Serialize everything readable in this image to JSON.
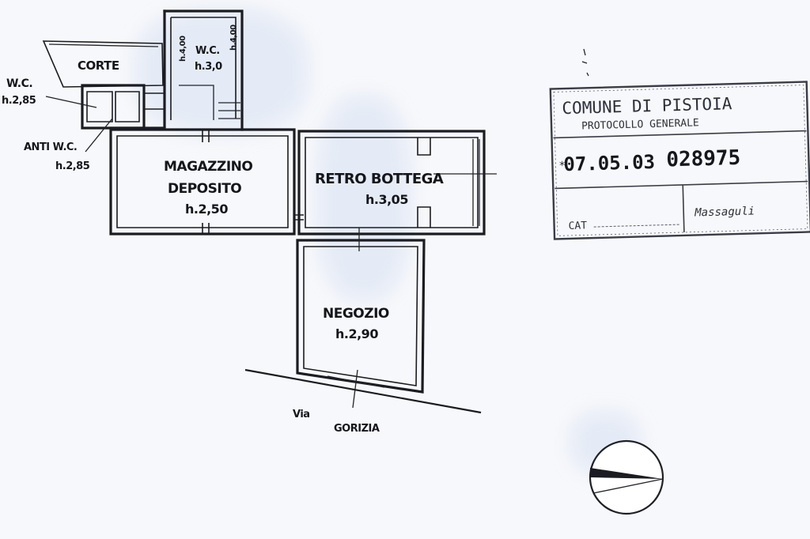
{
  "rooms": {
    "corte": {
      "name": "CORTE"
    },
    "wc_top": {
      "name": "W.C.",
      "height": "h.3,0",
      "side_left": "h.4,00",
      "side_right": "h.4,00"
    },
    "wc_left": {
      "name": "W.C.",
      "height": "h.2,85"
    },
    "anti_wc": {
      "name": "ANTI W.C.",
      "height": "h.2,85"
    },
    "magazzino": {
      "name_line1": "MAGAZZINO",
      "name_line2": "DEPOSITO",
      "height": "h.2,50"
    },
    "retro_bottega": {
      "name": "RETRO BOTTEGA",
      "height": "h.3,05"
    },
    "negozio": {
      "name": "NEGOZIO",
      "height": "h.2,90"
    }
  },
  "street": {
    "prefix": "Via",
    "name": "GORIZIA"
  },
  "stamp": {
    "title": "COMUNE DI PISTOIA",
    "subtitle": "PROTOCOLLO GENERALE",
    "date": "07.05.03",
    "number": "028975",
    "cat_label": "CAT",
    "signature": "Massaguli"
  },
  "colors": {
    "ink": "#1b1c22",
    "paper": "#f7f8fb",
    "tint": "#9fb8e0"
  }
}
